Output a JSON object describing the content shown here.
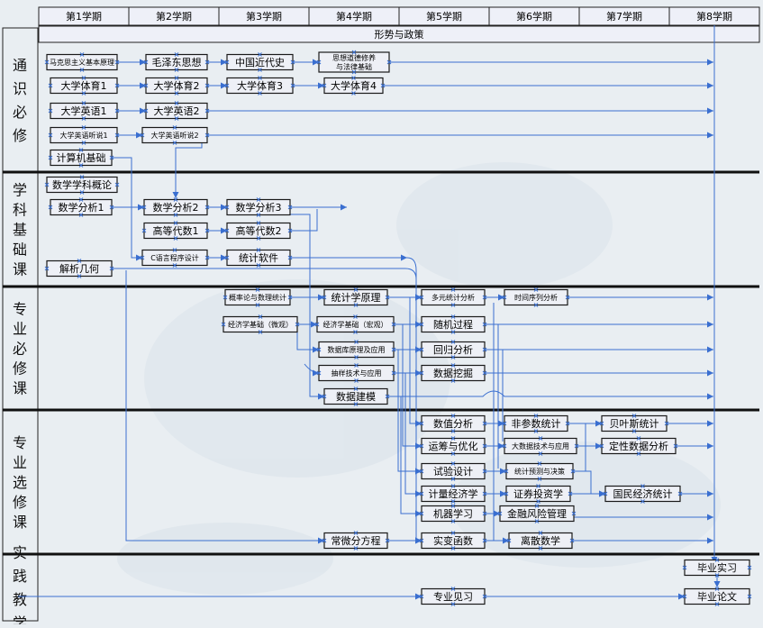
{
  "semesters": [
    "第1学期",
    "第2学期",
    "第3学期",
    "第4学期",
    "第5学期",
    "第6学期",
    "第7学期",
    "第8学期"
  ],
  "top_banner": "形势与政策",
  "categories": [
    {
      "id": "general",
      "label": "通识必修"
    },
    {
      "id": "foundation",
      "label": "学科基础课"
    },
    {
      "id": "major_required",
      "label": "专业必修课"
    },
    {
      "id": "major_elective",
      "label": "专业选修课"
    },
    {
      "id": "practice",
      "label": "实践教学"
    }
  ],
  "courses": [
    {
      "id": "marx",
      "text": "马克思主义基本原理"
    },
    {
      "id": "mao",
      "text": "毛泽东思想"
    },
    {
      "id": "modern",
      "text": "中国近代史"
    },
    {
      "id": "ethics",
      "text": "思想道德修养与法律基础"
    },
    {
      "id": "pe1",
      "text": "大学体育1"
    },
    {
      "id": "pe2",
      "text": "大学体育2"
    },
    {
      "id": "pe3",
      "text": "大学体育3"
    },
    {
      "id": "pe4",
      "text": "大学体育4"
    },
    {
      "id": "en1",
      "text": "大学英语1"
    },
    {
      "id": "en2",
      "text": "大学英语2"
    },
    {
      "id": "lis1",
      "text": "大学英语听说1"
    },
    {
      "id": "lis2",
      "text": "大学英语听说2"
    },
    {
      "id": "cs",
      "text": "计算机基础"
    },
    {
      "id": "intro",
      "text": "数学学科概论"
    },
    {
      "id": "ma1",
      "text": "数学分析1"
    },
    {
      "id": "ma2",
      "text": "数学分析2"
    },
    {
      "id": "ma3",
      "text": "数学分析3"
    },
    {
      "id": "alg1",
      "text": "高等代数1"
    },
    {
      "id": "alg2",
      "text": "高等代数2"
    },
    {
      "id": "cprog",
      "text": "C语言程序设计"
    },
    {
      "id": "statsw",
      "text": "统计软件"
    },
    {
      "id": "geo",
      "text": "解析几何"
    },
    {
      "id": "prob",
      "text": "概率论与数理统计"
    },
    {
      "id": "stat",
      "text": "统计学原理"
    },
    {
      "id": "multi",
      "text": "多元统计分析"
    },
    {
      "id": "ts",
      "text": "时间序列分析"
    },
    {
      "id": "econ_micro",
      "text": "经济学基础（微观）"
    },
    {
      "id": "econ_macro",
      "text": "经济学基础（宏观）"
    },
    {
      "id": "rand",
      "text": "随机过程"
    },
    {
      "id": "db",
      "text": "数据库原理及应用"
    },
    {
      "id": "regr",
      "text": "回归分析"
    },
    {
      "id": "sample",
      "text": "抽样技术与应用"
    },
    {
      "id": "mining",
      "text": "数据挖掘"
    },
    {
      "id": "model",
      "text": "数据建模"
    },
    {
      "id": "numa",
      "text": "数值分析"
    },
    {
      "id": "nonpar",
      "text": "非参数统计"
    },
    {
      "id": "bayes",
      "text": "贝叶斯统计"
    },
    {
      "id": "opt",
      "text": "运筹与优化"
    },
    {
      "id": "bigdata",
      "text": "大数据技术与应用"
    },
    {
      "id": "qual",
      "text": "定性数据分析"
    },
    {
      "id": "exp",
      "text": "试验设计"
    },
    {
      "id": "forecast",
      "text": "统计预测与决策"
    },
    {
      "id": "econo",
      "text": "计量经济学"
    },
    {
      "id": "invest",
      "text": "证券投资学"
    },
    {
      "id": "natl",
      "text": "国民经济统计"
    },
    {
      "id": "ml",
      "text": "机器学习"
    },
    {
      "id": "risk",
      "text": "金融风险管理"
    },
    {
      "id": "ode",
      "text": "常微分方程"
    },
    {
      "id": "real",
      "text": "实变函数"
    },
    {
      "id": "disc",
      "text": "离散数学"
    },
    {
      "id": "intern",
      "text": "毕业实习"
    },
    {
      "id": "visit",
      "text": "专业见习"
    },
    {
      "id": "thesis",
      "text": "毕业论文"
    }
  ],
  "colors": {
    "background": "#e9eef2",
    "header": "#eef0f8",
    "node_fill": "#eef0f6",
    "node_border": "#1a1a1a",
    "arrow": "#3a6fd0",
    "divider": "#101010"
  }
}
